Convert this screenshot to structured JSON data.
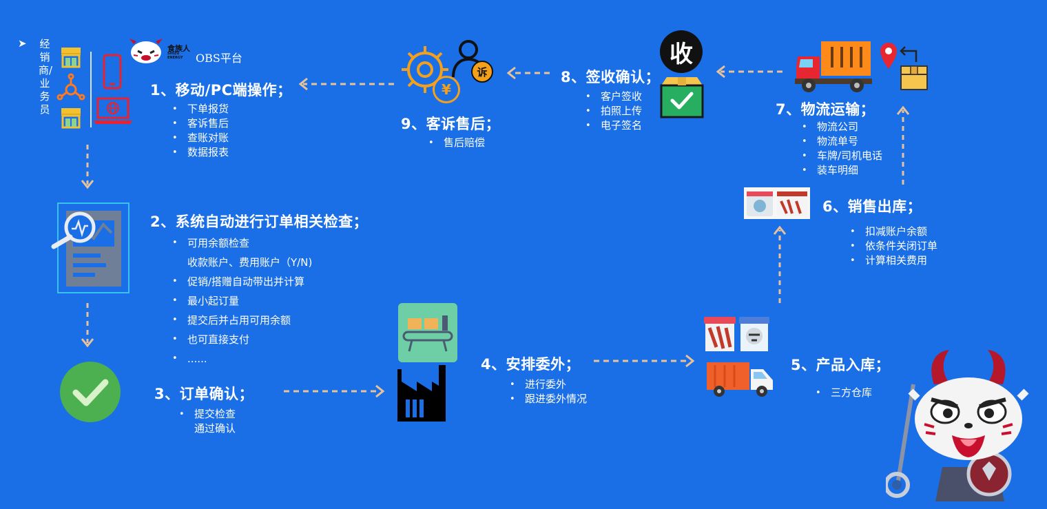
{
  "role": {
    "bullet": "➤",
    "text": "经销商/业务员"
  },
  "platform": {
    "brand_cn": "食族人",
    "brand_en": "SHIZU ENERGY",
    "name": "OBS平台"
  },
  "steps": {
    "s1": {
      "title": "1、移动/PC端操作；",
      "items": [
        "下单报货",
        "客诉售后",
        "查账对账",
        "数据报表"
      ]
    },
    "s2": {
      "title": "2、系统自动进行订单相关检查；",
      "items": [
        "可用余额检查",
        "收款账户、费用账户（Y/N)",
        "促销/搭赠自动带出并计算",
        "最小起订量",
        "提交后并占用可用余额",
        "也可直接支付",
        "......"
      ]
    },
    "s3": {
      "title": "3、订单确认；",
      "items": [
        "提交检查",
        "通过确认"
      ]
    },
    "s4": {
      "title": "4、安排委外；",
      "items": [
        "进行委外",
        "跟进委外情况"
      ]
    },
    "s5": {
      "title": "5、产品入库；",
      "items": [
        "三方仓库"
      ]
    },
    "s6": {
      "title": "6、销售出库；",
      "items": [
        "扣减账户余额",
        "依条件关闭订单",
        "计算相关费用"
      ]
    },
    "s7": {
      "title": "7、物流运输；",
      "items": [
        "物流公司",
        "物流单号",
        "车牌/司机电话",
        "装车明细"
      ]
    },
    "s8": {
      "title": "8、签收确认；",
      "items": [
        "客户签收",
        "拍照上传",
        "电子签名"
      ],
      "icon_char": "收"
    },
    "s9": {
      "title": "9、客诉售后；",
      "items": [
        "售后赔偿"
      ],
      "icon_char": "诉",
      "coin_char": "¥"
    }
  },
  "colors": {
    "background": "#1a6fe6",
    "arrow": "#e8c39a",
    "check": "#4caf50",
    "truck_orange": "#ff8a1c"
  }
}
